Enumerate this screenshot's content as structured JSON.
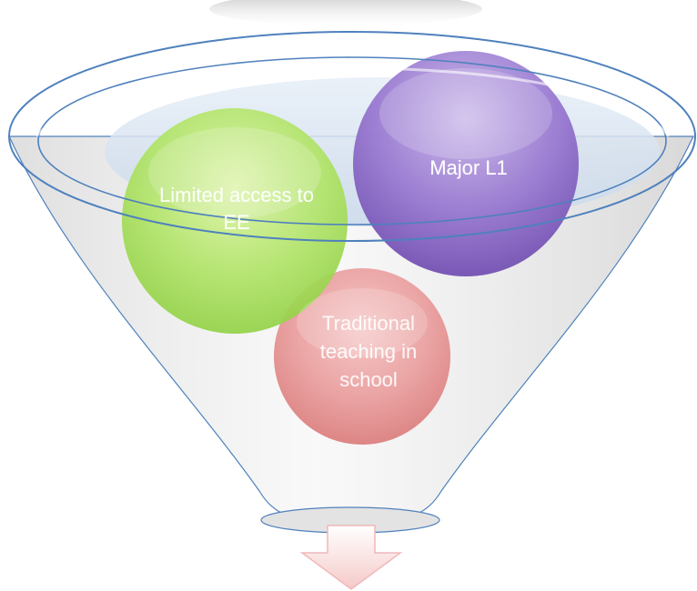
{
  "diagram": {
    "circles": [
      {
        "id": "green",
        "label": "Limited access to EE",
        "color": "#a6dc55"
      },
      {
        "id": "purple",
        "label": "Major L1",
        "color": "#8a68c4"
      },
      {
        "id": "red",
        "label": "Traditional teaching in school",
        "color": "#e07c7c"
      }
    ],
    "funnel_color": "#e8e8e8",
    "rim_color": "#4f81bd"
  }
}
